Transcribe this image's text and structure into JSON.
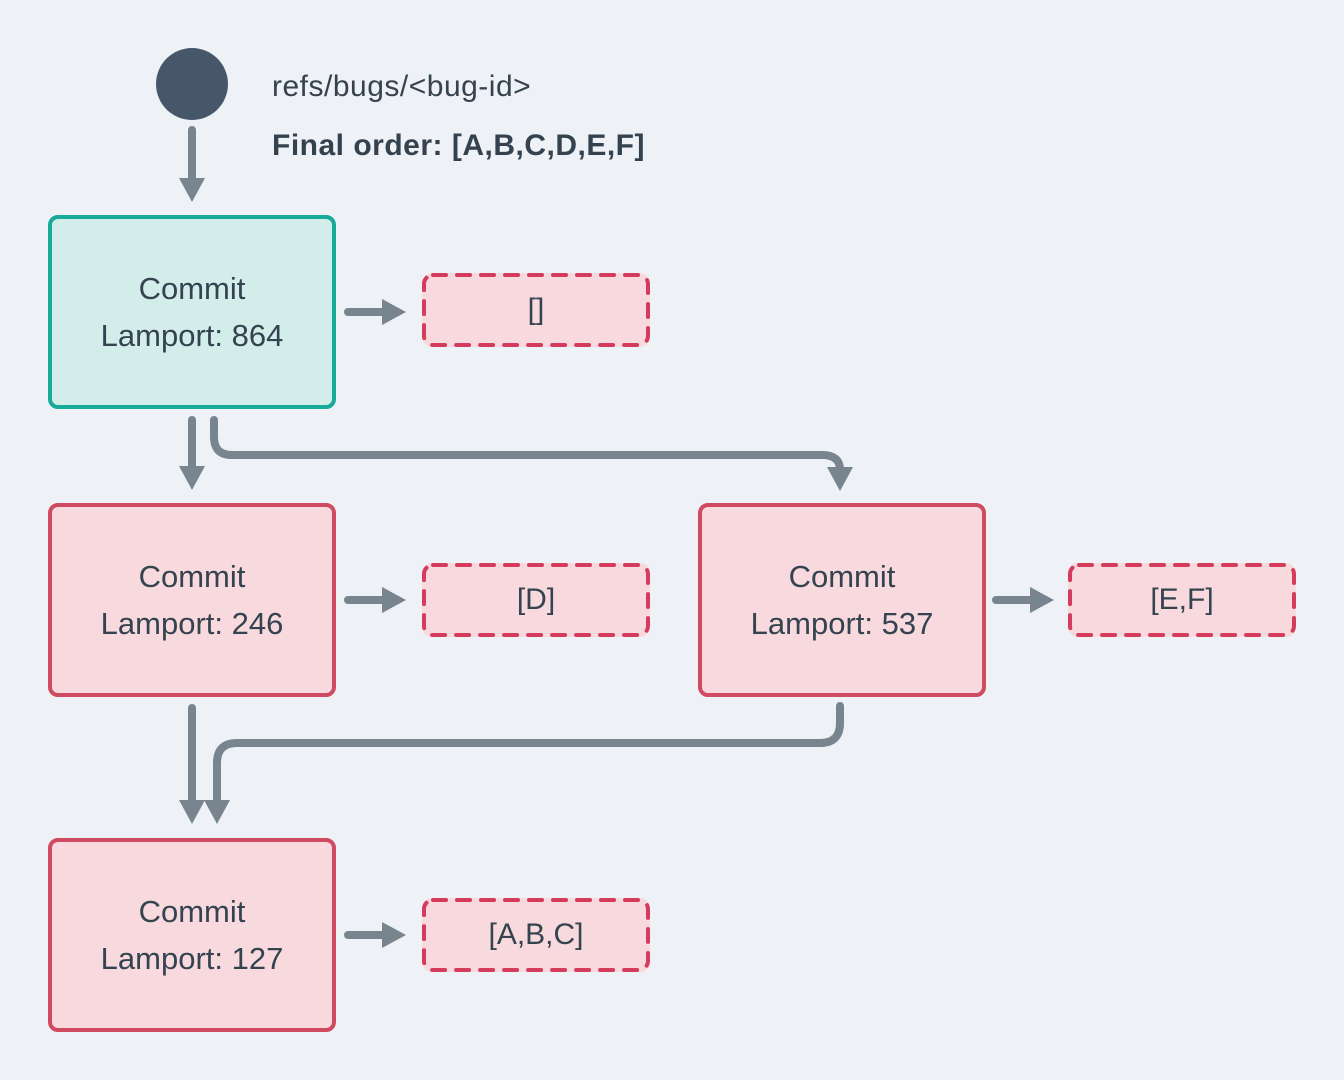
{
  "header": {
    "ref_label": "refs/bugs/<bug-id>",
    "final_order": "Final order: [A,B,C,D,E,F]"
  },
  "nodes": {
    "commit_864": {
      "title": "Commit",
      "lamport_label": "Lamport: 864",
      "lamport": 864,
      "result": "[]"
    },
    "commit_246": {
      "title": "Commit",
      "lamport_label": "Lamport: 246",
      "lamport": 246,
      "result": "[D]"
    },
    "commit_537": {
      "title": "Commit",
      "lamport_label": "Lamport: 537",
      "lamport": 537,
      "result": "[E,F]"
    },
    "commit_127": {
      "title": "Commit",
      "lamport_label": "Lamport: 127",
      "lamport": 127,
      "result": "[A,B,C]"
    }
  },
  "colors": {
    "background": "#eef1f5",
    "ref_circle": "#475769",
    "text": "#34434f",
    "arrow": "#78858f",
    "head_commit_fill": "#d3edea",
    "head_commit_border": "#18a999",
    "commit_fill": "#f8d9de",
    "commit_border": "#cf4b62",
    "result_fill": "#f8dade",
    "result_border": "#d53c5b"
  }
}
